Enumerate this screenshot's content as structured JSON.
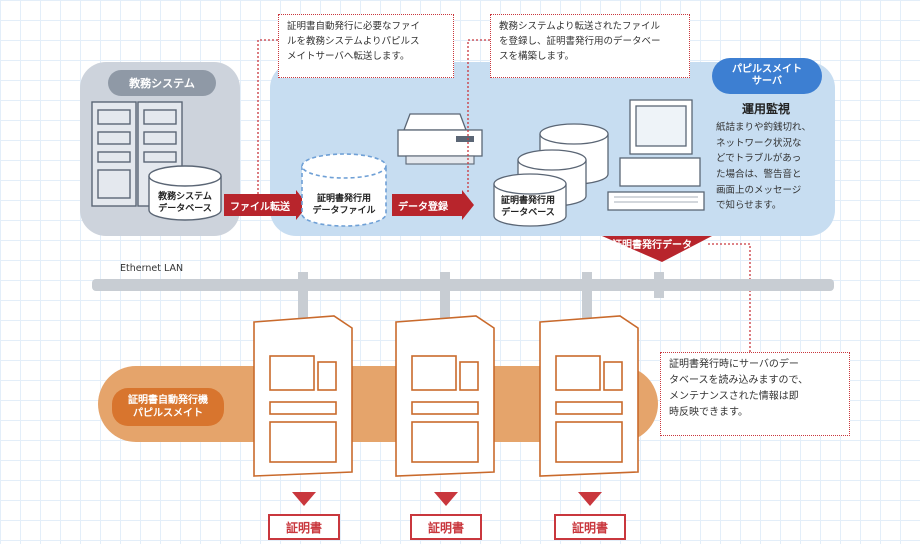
{
  "colors": {
    "accent_red": "#c9373d",
    "server_panel": "#c7ddf1",
    "kiosk_band": "#e5a46b",
    "pill_blue": "#3d7fd2"
  },
  "left_panel": {
    "title": "教務システム",
    "db_label_1": "教務システム",
    "db_label_2": "データベース"
  },
  "server_panel": {
    "title_1": "パピルスメイト",
    "title_2": "サーバ",
    "file_db_label_1": "証明書発行用",
    "file_db_label_2": "データファイル",
    "db_label_1": "証明書発行用",
    "db_label_2": "データベース",
    "ops_heading": "運用監視",
    "ops_lines": [
      "紙詰まりや釣銭切れ、",
      "ネットワーク状況な",
      "どでトラブルがあっ",
      "た場合は、警告音と",
      "画面上のメッセージ",
      "で知らせます。"
    ]
  },
  "arrows": {
    "file_transfer": "ファイル転送",
    "data_register": "データ登録",
    "cert_data": "証明書発行データ"
  },
  "callouts": {
    "callout1": [
      "証明書自動発行に必要なファイ",
      "ルを教務システムよりパピルス",
      "メイトサーバへ転送します。"
    ],
    "callout2": [
      "教務システムより転送されたファイル",
      "を登録し、証明書発行用のデータベー",
      "スを構築します。"
    ],
    "callout3": [
      "証明書発行時にサーバのデー",
      "タベースを読み込みますので、",
      "メンテナンスされた情報は即",
      "時反映できます。"
    ]
  },
  "lan": {
    "label": "Ethernet LAN"
  },
  "kiosk": {
    "label_1": "証明書自動発行機",
    "label_2": "パピルスメイト"
  },
  "certificates": [
    "証明書",
    "証明書",
    "証明書"
  ]
}
